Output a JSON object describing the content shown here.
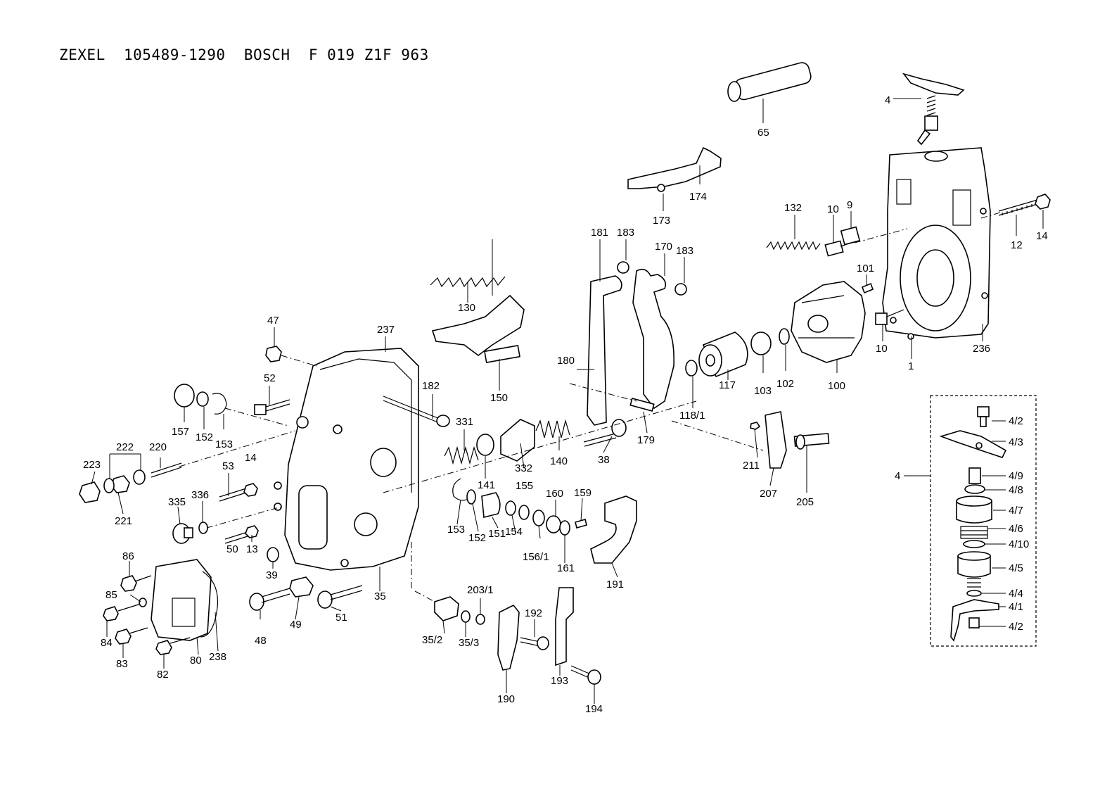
{
  "title": "ZEXEL  105489-1290  BOSCH  F 019 Z1F 963",
  "labels": {
    "p65": "65",
    "p4": "4",
    "p174": "174",
    "p173": "173",
    "p132": "132",
    "p10a": "10",
    "p9": "9",
    "p12": "12",
    "p14a": "14",
    "p181": "181",
    "p183a": "183",
    "p170": "170",
    "p183b": "183",
    "p130": "130",
    "p101": "101",
    "p237": "237",
    "p47": "47",
    "p150": "150",
    "p180": "180",
    "p117": "117",
    "p103": "103",
    "p102": "102",
    "p100": "100",
    "p10b": "10",
    "p1": "1",
    "p236": "236",
    "p118_1": "118/1",
    "p182": "182",
    "p157": "157",
    "p152a": "152",
    "p153a": "153",
    "p52": "52",
    "p331": "331",
    "p140": "140",
    "p38": "38",
    "p179": "179",
    "p211": "211",
    "p207": "207",
    "p205": "205",
    "p222": "222",
    "p220": "220",
    "p223": "223",
    "p221": "221",
    "p53": "53",
    "p14b": "14",
    "p332": "332",
    "p141": "141",
    "p155": "155",
    "p160": "160",
    "p159": "159",
    "p335": "335",
    "p336": "336",
    "p153b": "153",
    "p152b": "152",
    "p151": "151",
    "p154": "154",
    "p156_1": "156/1",
    "p161": "161",
    "p191": "191",
    "p50": "50",
    "p13": "13",
    "p39": "39",
    "p86": "86",
    "p85": "85",
    "p84": "84",
    "p83": "83",
    "p82": "82",
    "p80": "80",
    "p238": "238",
    "p48": "48",
    "p49": "49",
    "p51": "51",
    "p35": "35",
    "p35_2": "35/2",
    "p35_3": "35/3",
    "p203_1": "203/1",
    "p192": "192",
    "p190": "190",
    "p193": "193",
    "p194": "194",
    "d4": "4",
    "d4_2a": "4/2",
    "d4_3": "4/3",
    "d4_9": "4/9",
    "d4_8": "4/8",
    "d4_7": "4/7",
    "d4_6": "4/6",
    "d4_10": "4/10",
    "d4_5": "4/5",
    "d4_4": "4/4",
    "d4_1": "4/1",
    "d4_2b": "4/2"
  }
}
